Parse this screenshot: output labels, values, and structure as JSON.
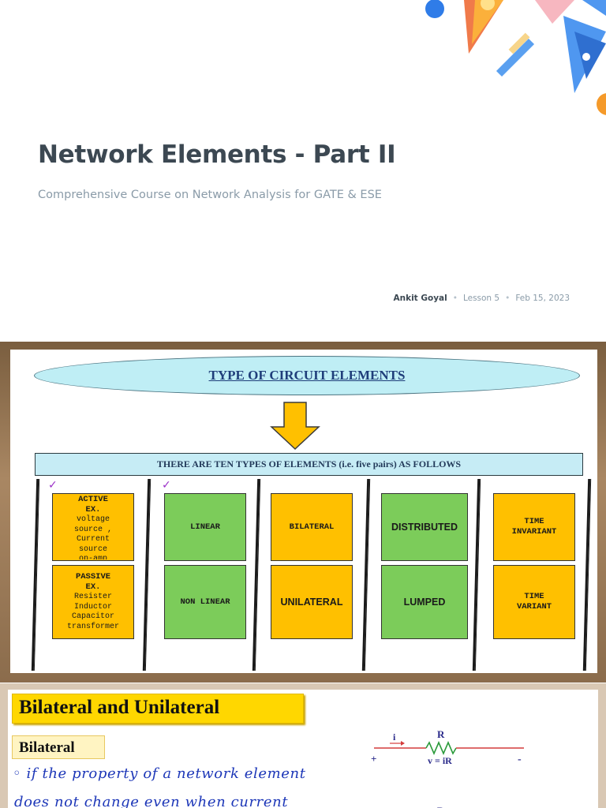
{
  "lecture": {
    "title": "Network Elements - Part II",
    "subtitle": "Comprehensive Course on Network Analysis for GATE & ESE",
    "author": "Ankit Goyal",
    "lesson": "Lesson 5",
    "date": "Feb 15, 2023",
    "separator": "•"
  },
  "slide1": {
    "banner": "TYPE OF CIRCUIT ELEMENTS",
    "pairs_text": "THERE ARE TEN TYPES OF ELEMENTS (i.e. five pairs) AS FOLLOWS",
    "check_mark": "✓",
    "active": {
      "title": "ACTIVE",
      "ex": "EX.",
      "lines": [
        "voltage",
        "source ,",
        "Current",
        "source",
        "op-amp"
      ]
    },
    "passive": {
      "title": "PASSIVE",
      "ex": "EX.",
      "lines": [
        "Resister",
        "Inductor",
        "Capacitor",
        "transformer"
      ]
    },
    "linear": "LINEAR",
    "non_linear": "NON LINEAR",
    "bilateral": "BILATERAL",
    "unilateral": "UNILATERAL",
    "distributed": "DISTRIBUTED",
    "lumped": "LUMPED",
    "time_invariant": [
      "TIME",
      "INVARIANT"
    ],
    "time_variant": [
      "TIME",
      "VARIANT"
    ],
    "colors": {
      "orange": "#ffc000",
      "green": "#7ccc5a",
      "banner": "#bfeef5",
      "check": "#9b30c8"
    }
  },
  "slide2": {
    "heading": "Bilateral and Unilateral",
    "subheading": "Bilateral",
    "notes": [
      "◦ if the property of a network element",
      "does not change even when current"
    ],
    "circuit": {
      "current": "i",
      "resistor": "R",
      "equation": "v = iR",
      "plus": "+",
      "minus": "-",
      "resistor2": "R"
    }
  }
}
